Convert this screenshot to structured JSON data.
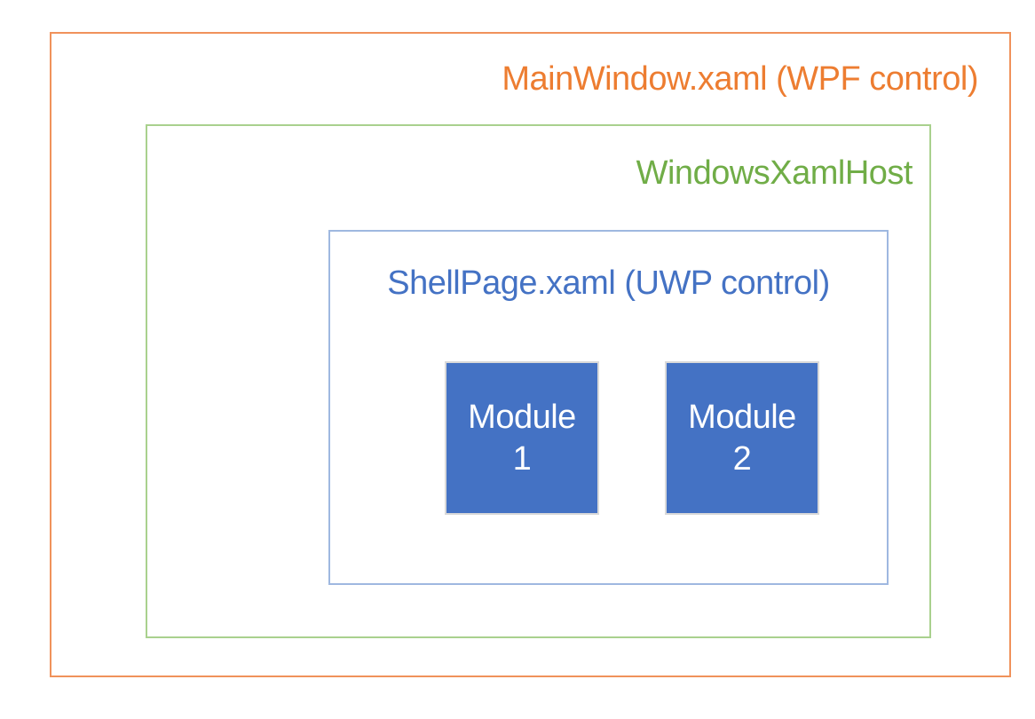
{
  "diagram": {
    "outer_box": {
      "label": "MainWindow.xaml (WPF control)",
      "text_color": "#ED7D31",
      "border_color": "#F0925B"
    },
    "host_box": {
      "label": "WindowsXamlHost",
      "text_color": "#70AD47",
      "border_color": "#A9D18E"
    },
    "shell_box": {
      "label": "ShellPage.xaml (UWP control)",
      "text_color": "#4472C4",
      "border_color": "#9FB8E0"
    },
    "modules": [
      {
        "line1": "Module",
        "line2": "1"
      },
      {
        "line1": "Module",
        "line2": "2"
      }
    ],
    "module_style": {
      "fill_color": "#4472C4",
      "border_color": "#D9D9D9",
      "text_color": "#FFFFFF"
    }
  }
}
